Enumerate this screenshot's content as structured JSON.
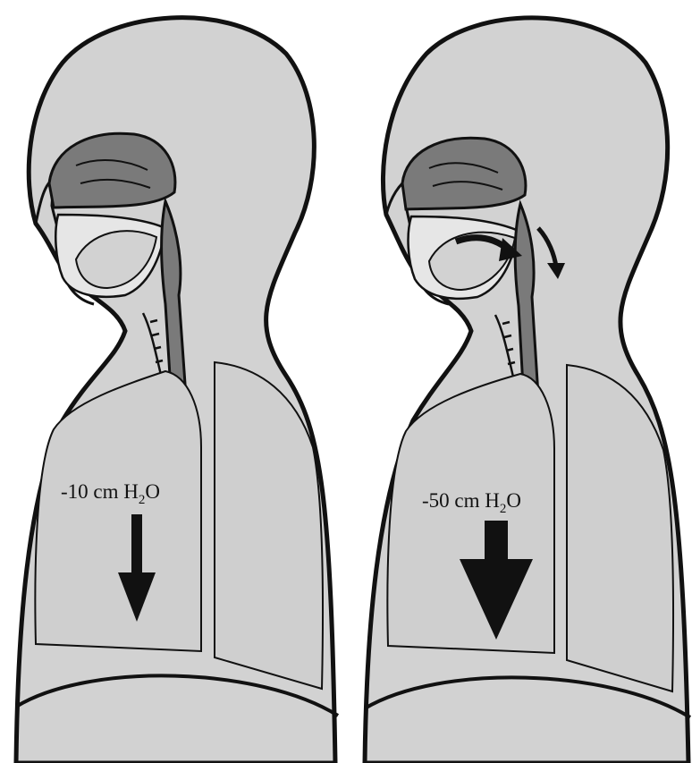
{
  "panels": [
    {
      "id": "normal",
      "pressure": {
        "prefix": "-10 cm H",
        "subscript": "2",
        "suffix": "O"
      },
      "arrow_size": "small",
      "airway_arrows": false
    },
    {
      "id": "obstructed",
      "pressure": {
        "prefix": "-50 cm H",
        "subscript": "2",
        "suffix": "O"
      },
      "arrow_size": "large",
      "airway_arrows": true
    }
  ],
  "colors": {
    "body_fill": "#d2d2d2",
    "outline": "#111111",
    "airway_fill": "#7a7a7a",
    "lung_fill": "#cfcfcf",
    "arrow": "#111111",
    "background": "#ffffff"
  },
  "icons": {
    "pressure_arrow": "down-arrow-icon",
    "airway_flow": "curved-arrow-icon"
  }
}
